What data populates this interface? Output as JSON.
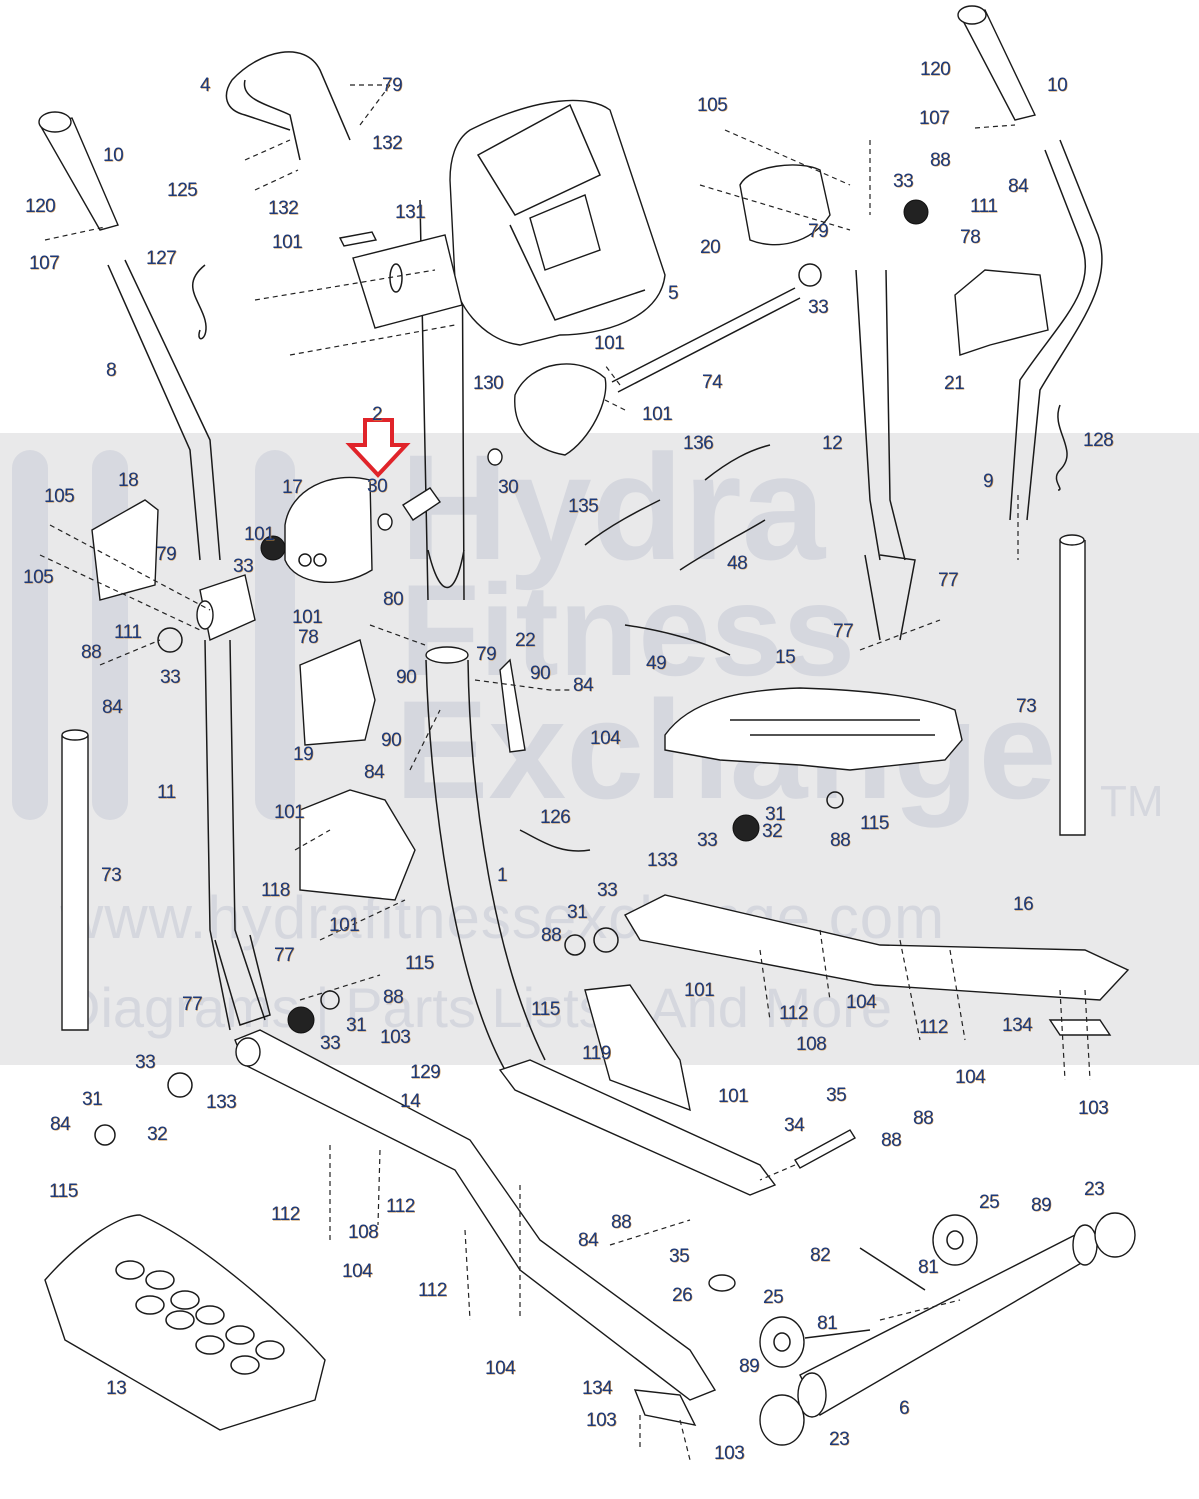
{
  "diagram": {
    "title": "Elliptical exploded parts diagram",
    "highlight": {
      "part": "30",
      "indicator": "red-down-arrow",
      "color": "#e0242a"
    },
    "watermark": {
      "line1": "Hydra",
      "line2": "Fitness",
      "line3": "Exchange",
      "trademark": "TM",
      "url": "www.hydrafitnessexchange.com",
      "tagline": "Diagrams | Parts Lists | And More"
    },
    "colors": {
      "label_text": "#1e3a78",
      "label_shadow": "#c8904a",
      "line_art": "#1a1a1a",
      "watermark_band": "#e9e9ea"
    },
    "labels": [
      {
        "id": "l4",
        "text": "4"
      },
      {
        "id": "l79a",
        "text": "79"
      },
      {
        "id": "l132a",
        "text": "132"
      },
      {
        "id": "l10a",
        "text": "10"
      },
      {
        "id": "l125",
        "text": "125"
      },
      {
        "id": "l132b",
        "text": "132"
      },
      {
        "id": "l131",
        "text": "131"
      },
      {
        "id": "l120a",
        "text": "120"
      },
      {
        "id": "l107a",
        "text": "107"
      },
      {
        "id": "l127",
        "text": "127"
      },
      {
        "id": "l101a",
        "text": "101"
      },
      {
        "id": "l8",
        "text": "8"
      },
      {
        "id": "l5",
        "text": "5"
      },
      {
        "id": "l105a",
        "text": "105"
      },
      {
        "id": "l20",
        "text": "20"
      },
      {
        "id": "l79b",
        "text": "79"
      },
      {
        "id": "l33a",
        "text": "33"
      },
      {
        "id": "l88a",
        "text": "88"
      },
      {
        "id": "l84a",
        "text": "84"
      },
      {
        "id": "l111a",
        "text": "111"
      },
      {
        "id": "l78a",
        "text": "78"
      },
      {
        "id": "l33b",
        "text": "33"
      },
      {
        "id": "l21",
        "text": "21"
      },
      {
        "id": "l120b",
        "text": "120"
      },
      {
        "id": "l10b",
        "text": "10"
      },
      {
        "id": "l107b",
        "text": "107"
      },
      {
        "id": "l101b",
        "text": "101"
      },
      {
        "id": "l74",
        "text": "74"
      },
      {
        "id": "l130",
        "text": "130"
      },
      {
        "id": "l101c",
        "text": "101"
      },
      {
        "id": "l2",
        "text": "2"
      },
      {
        "id": "l30a",
        "text": "30"
      },
      {
        "id": "l30b",
        "text": "30"
      },
      {
        "id": "l136",
        "text": "136"
      },
      {
        "id": "l12",
        "text": "12"
      },
      {
        "id": "l128",
        "text": "128"
      },
      {
        "id": "l9",
        "text": "9"
      },
      {
        "id": "l18",
        "text": "18"
      },
      {
        "id": "l105b",
        "text": "105"
      },
      {
        "id": "l105c",
        "text": "105"
      },
      {
        "id": "l17",
        "text": "17"
      },
      {
        "id": "l101d",
        "text": "101"
      },
      {
        "id": "l33c",
        "text": "33"
      },
      {
        "id": "l79c",
        "text": "79"
      },
      {
        "id": "l101e",
        "text": "101"
      },
      {
        "id": "l78b",
        "text": "78"
      },
      {
        "id": "l135",
        "text": "135"
      },
      {
        "id": "l48",
        "text": "48"
      },
      {
        "id": "l80",
        "text": "80"
      },
      {
        "id": "l111b",
        "text": "111"
      },
      {
        "id": "l88b",
        "text": "88"
      },
      {
        "id": "l33d",
        "text": "33"
      },
      {
        "id": "l84b",
        "text": "84"
      },
      {
        "id": "l90a",
        "text": "90"
      },
      {
        "id": "l79d",
        "text": "79"
      },
      {
        "id": "l22",
        "text": "22"
      },
      {
        "id": "l90b",
        "text": "90"
      },
      {
        "id": "l84c",
        "text": "84"
      },
      {
        "id": "l49",
        "text": "49"
      },
      {
        "id": "l77a",
        "text": "77"
      },
      {
        "id": "l77b",
        "text": "77"
      },
      {
        "id": "l15",
        "text": "15"
      },
      {
        "id": "l73a",
        "text": "73"
      },
      {
        "id": "l19",
        "text": "19"
      },
      {
        "id": "l90c",
        "text": "90"
      },
      {
        "id": "l84d",
        "text": "84"
      },
      {
        "id": "l104a",
        "text": "104"
      },
      {
        "id": "l11",
        "text": "11"
      },
      {
        "id": "l101f",
        "text": "101"
      },
      {
        "id": "l126",
        "text": "126"
      },
      {
        "id": "l31a",
        "text": "31"
      },
      {
        "id": "l115a",
        "text": "115"
      },
      {
        "id": "l88c",
        "text": "88"
      },
      {
        "id": "l32a",
        "text": "32"
      },
      {
        "id": "l33e",
        "text": "33"
      },
      {
        "id": "l73b",
        "text": "73"
      },
      {
        "id": "l118",
        "text": "118"
      },
      {
        "id": "l1",
        "text": "1"
      },
      {
        "id": "l133a",
        "text": "133"
      },
      {
        "id": "l33f",
        "text": "33"
      },
      {
        "id": "l101g",
        "text": "101"
      },
      {
        "id": "l31b",
        "text": "31"
      },
      {
        "id": "l16",
        "text": "16"
      },
      {
        "id": "l88d",
        "text": "88"
      },
      {
        "id": "l77c",
        "text": "77"
      },
      {
        "id": "l115b",
        "text": "115"
      },
      {
        "id": "l88e",
        "text": "88"
      },
      {
        "id": "l101h",
        "text": "101"
      },
      {
        "id": "l77d",
        "text": "77"
      },
      {
        "id": "l31c",
        "text": "31"
      },
      {
        "id": "l115c",
        "text": "115"
      },
      {
        "id": "l104b",
        "text": "104"
      },
      {
        "id": "l112a",
        "text": "112"
      },
      {
        "id": "l112b",
        "text": "112"
      },
      {
        "id": "l134a",
        "text": "134"
      },
      {
        "id": "l103a",
        "text": "103"
      },
      {
        "id": "l33g",
        "text": "33"
      },
      {
        "id": "l108a",
        "text": "108"
      },
      {
        "id": "l119",
        "text": "119"
      },
      {
        "id": "l129",
        "text": "129"
      },
      {
        "id": "l104c",
        "text": "104"
      },
      {
        "id": "l33h",
        "text": "33"
      },
      {
        "id": "l133b",
        "text": "133"
      },
      {
        "id": "l101i",
        "text": "101"
      },
      {
        "id": "l103b",
        "text": "103"
      },
      {
        "id": "l31d",
        "text": "31"
      },
      {
        "id": "l14",
        "text": "14"
      },
      {
        "id": "l35a",
        "text": "35"
      },
      {
        "id": "l84e",
        "text": "84"
      },
      {
        "id": "l88f",
        "text": "88"
      },
      {
        "id": "l32b",
        "text": "32"
      },
      {
        "id": "l34",
        "text": "34"
      },
      {
        "id": "l88g",
        "text": "88"
      },
      {
        "id": "l115d",
        "text": "115"
      },
      {
        "id": "l112c",
        "text": "112"
      },
      {
        "id": "l112d",
        "text": "112"
      },
      {
        "id": "l108b",
        "text": "108"
      },
      {
        "id": "l23a",
        "text": "23"
      },
      {
        "id": "l25a",
        "text": "25"
      },
      {
        "id": "l89a",
        "text": "89"
      },
      {
        "id": "l84f",
        "text": "84"
      },
      {
        "id": "l88h",
        "text": "88"
      },
      {
        "id": "l35b",
        "text": "35"
      },
      {
        "id": "l104d",
        "text": "104"
      },
      {
        "id": "l82",
        "text": "82"
      },
      {
        "id": "l81a",
        "text": "81"
      },
      {
        "id": "l26",
        "text": "26"
      },
      {
        "id": "l112e",
        "text": "112"
      },
      {
        "id": "l25b",
        "text": "25"
      },
      {
        "id": "l81b",
        "text": "81"
      },
      {
        "id": "l104e",
        "text": "104"
      },
      {
        "id": "l13",
        "text": "13"
      },
      {
        "id": "l89b",
        "text": "89"
      },
      {
        "id": "l134b",
        "text": "134"
      },
      {
        "id": "l6",
        "text": "6"
      },
      {
        "id": "l103c",
        "text": "103"
      },
      {
        "id": "l103d",
        "text": "103"
      },
      {
        "id": "l23b",
        "text": "23"
      }
    ]
  }
}
